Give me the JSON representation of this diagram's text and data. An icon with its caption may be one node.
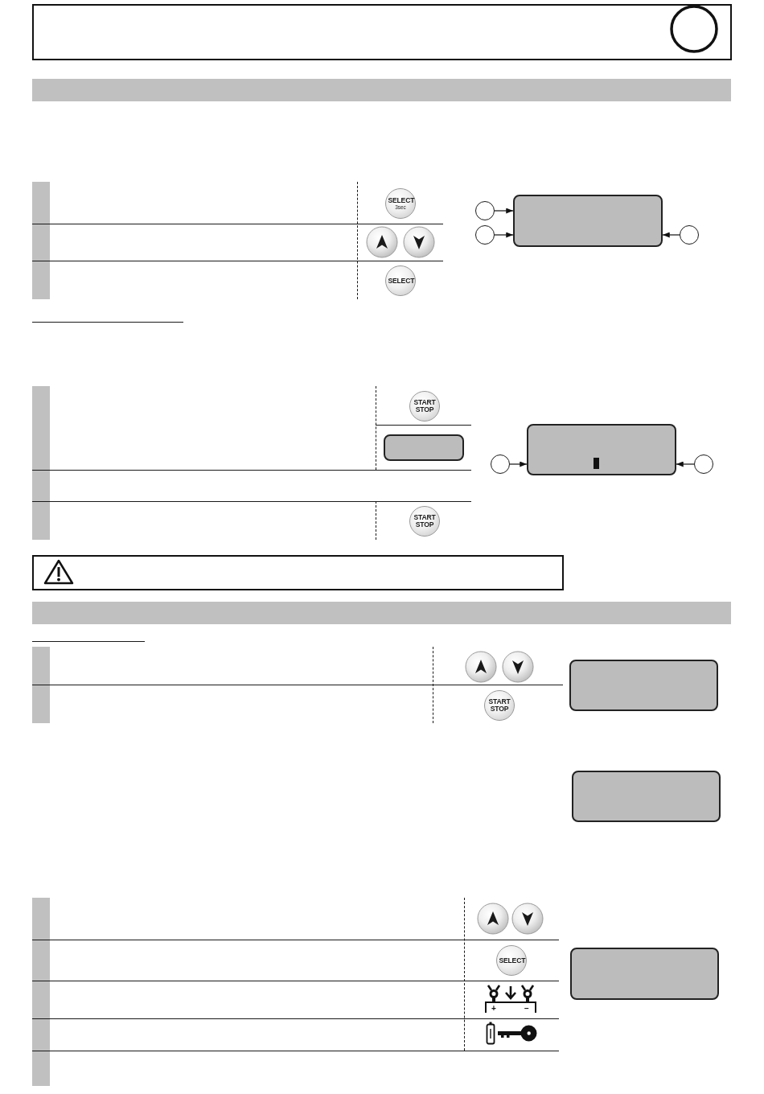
{
  "diagram": {
    "nodes": [
      {
        "text": [],
        "shape": "bar"
      },
      {
        "text": [
          "SELECT",
          "3sec"
        ]
      },
      {
        "text": [],
        "shape": "circle"
      },
      {
        "text": [],
        "shape": "box"
      },
      {
        "text": [],
        "shape": "bar"
      },
      {
        "text": [],
        "shape": "circle"
      },
      {
        "text": [],
        "shape": "circle"
      },
      {
        "text": [],
        "shape": "bar"
      },
      {
        "text": [
          "SELECT"
        ]
      },
      {
        "text": [],
        "shape": "bar"
      },
      {
        "text": [
          "START STOP"
        ]
      },
      {
        "text": [],
        "shape": "box"
      },
      {
        "text": [],
        "shape": "circle"
      },
      {
        "text": [],
        "shape": "box"
      },
      {
        "text": [],
        "shape": "circle"
      },
      {
        "text": [],
        "shape": "bar"
      },
      {
        "text": [],
        "shape": "bar"
      },
      {
        "text": [
          "START STOP"
        ]
      },
      {
        "text": [],
        "shape": "bar"
      },
      {
        "text": [],
        "shape": "box"
      },
      {
        "text": [],
        "shape": "bar"
      },
      {
        "text": [
          "START STOP"
        ]
      },
      {
        "text": [],
        "shape": "box"
      },
      {
        "text": [],
        "shape": "bar"
      },
      {
        "text": [],
        "shape": "bar"
      },
      {
        "text": [
          "SELECT"
        ]
      },
      {
        "text": [],
        "shape": "box"
      },
      {
        "text": [],
        "shape": "bar"
      },
      {
        "text": [],
        "shape": "bar"
      },
      {
        "text": [],
        "shape": "bar"
      }
    ],
    "edges": [
      {
        "from": 2,
        "to": 3,
        "arrow": "to"
      },
      {
        "from": 5,
        "to": 3,
        "arrow": "to"
      },
      {
        "from": 6,
        "to": 3,
        "arrow": "to"
      },
      {
        "from": 12,
        "to": 13,
        "arrow": "to"
      },
      {
        "from": 14,
        "to": 13,
        "arrow": "to"
      }
    ],
    "labels": [
      "+",
      "−"
    ]
  }
}
